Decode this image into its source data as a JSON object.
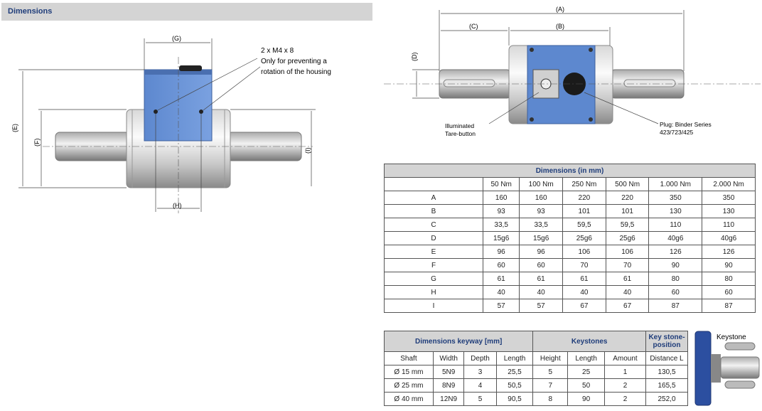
{
  "section_title": "Dimensions",
  "left_drawing": {
    "labels": {
      "g": "(G)",
      "h": "(H)",
      "e": "(E)",
      "f": "(F)",
      "i": "(I)"
    },
    "note": [
      "2 x M4 x 8",
      "Only for preventing a",
      "rotation of the housing"
    ]
  },
  "top_drawing": {
    "labels": {
      "a": "(A)",
      "b": "(B)",
      "c": "(C)",
      "d": "(D)"
    },
    "tare_label": [
      "Illuminated",
      "Tare-button"
    ],
    "plug_label": [
      "Plug:     Binder      Series",
      "423/723/425"
    ]
  },
  "dim_table": {
    "title": "Dimensions (in mm)",
    "columns": [
      "",
      "50 Nm",
      "100 Nm",
      "250 Nm",
      "500 Nm",
      "1.000 Nm",
      "2.000 Nm"
    ],
    "rows": [
      [
        "A",
        "160",
        "160",
        "220",
        "220",
        "350",
        "350"
      ],
      [
        "B",
        "93",
        "93",
        "101",
        "101",
        "130",
        "130"
      ],
      [
        "C",
        "33,5",
        "33,5",
        "59,5",
        "59,5",
        "110",
        "110"
      ],
      [
        "D",
        "15g6",
        "15g6",
        "25g6",
        "25g6",
        "40g6",
        "40g6"
      ],
      [
        "E",
        "96",
        "96",
        "106",
        "106",
        "126",
        "126"
      ],
      [
        "F",
        "60",
        "60",
        "70",
        "70",
        "90",
        "90"
      ],
      [
        "G",
        "61",
        "61",
        "61",
        "61",
        "80",
        "80"
      ],
      [
        "H",
        "40",
        "40",
        "40",
        "40",
        "60",
        "60"
      ],
      [
        "I",
        "57",
        "57",
        "67",
        "67",
        "87",
        "87"
      ]
    ]
  },
  "keyway_table": {
    "group1": "Dimensions keyway [mm]",
    "group2": "Keystones",
    "group3": "Key stone-position",
    "columns": [
      "Shaft",
      "Width",
      "Depth",
      "Length",
      "Height",
      "Length",
      "Amount",
      "Distance L"
    ],
    "rows": [
      [
        "Ø 15 mm",
        "5N9",
        "3",
        "25,5",
        "5",
        "25",
        "1",
        "130,5"
      ],
      [
        "Ø 25 mm",
        "8N9",
        "4",
        "50,5",
        "7",
        "50",
        "2",
        "165,5"
      ],
      [
        "Ø 40 mm",
        "12N9",
        "5",
        "90,5",
        "8",
        "90",
        "2",
        "252,0"
      ]
    ]
  },
  "keystone_label": "Keystone"
}
